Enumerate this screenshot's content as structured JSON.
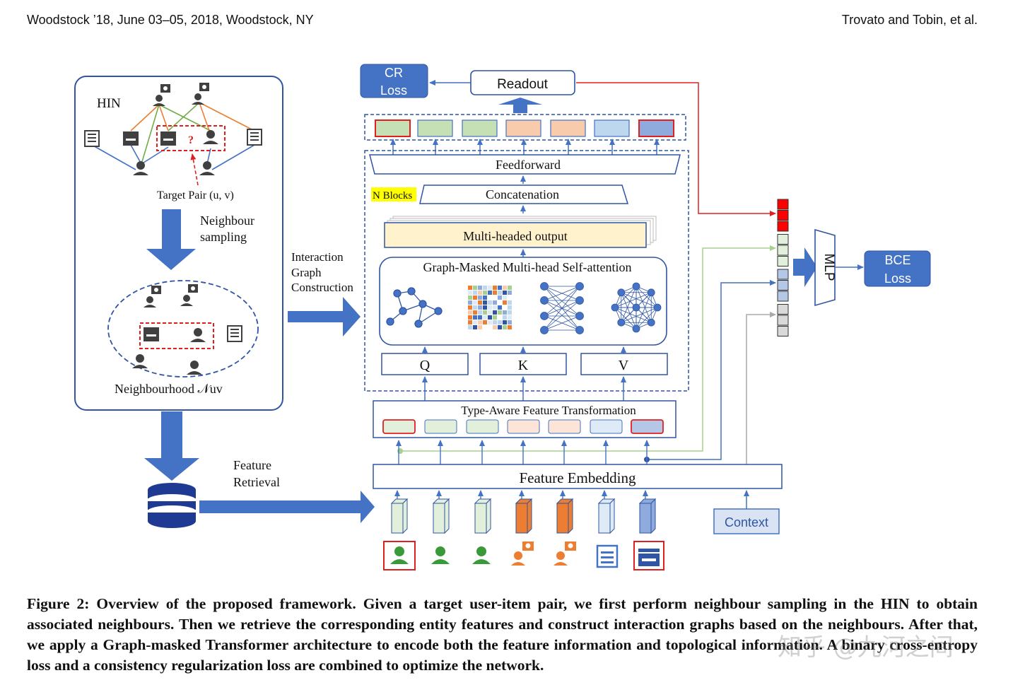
{
  "header": {
    "left": "Woodstock ’18, June 03–05, 2018, Woodstock, NY",
    "right": "Trovato and Tobin, et al."
  },
  "left_panel": {
    "hin_label": "HIN",
    "question_mark": "?",
    "target_pair": "Target Pair (u, v)",
    "sampling_line1": "Neighbour",
    "sampling_line2": "sampling",
    "neighbourhood": "Neighbourhood 𝒩uv"
  },
  "arrows": {
    "interaction_line1": "Interaction",
    "interaction_line2": "Graph",
    "interaction_line3": "Construction",
    "feature_line1": "Feature",
    "feature_line2": "Retrieval"
  },
  "transformer": {
    "cr_loss_line1": "CR",
    "cr_loss_line2": "Loss",
    "readout": "Readout",
    "feedforward": "Feedforward",
    "n_blocks": "N Blocks",
    "concatenation": "Concatenation",
    "multi_head_output": "Multi-headed output",
    "attention": "Graph-Masked Multi-head Self-attention",
    "q": "Q",
    "k": "K",
    "v": "V",
    "type_aware": "Type-Aware Feature Transformation",
    "feature_embedding": "Feature Embedding",
    "context": "Context"
  },
  "right_panel": {
    "mlp": "MLP",
    "bce_line1": "BCE",
    "bce_line2": "Loss"
  },
  "watermark": "知乎 @九河之间",
  "caption": "Figure 2: Overview of the proposed framework. Given a target user-item pair, we first perform neighbour sampling in the HIN to obtain associated neighbours. Then we retrieve the corresponding entity features and construct interaction graphs based on the neighbours. After that, we apply a Graph-masked Transformer architecture to encode both the feature information and topological information. A binary cross-entropy loss and a consistency regularization loss are combined to optimize the network.",
  "colors": {
    "blue": "#4472c4",
    "dark_blue": "#2f55a4",
    "red": "#e02020",
    "green": "#70ad47",
    "orange": "#ed7d31",
    "grey": "#595959"
  }
}
